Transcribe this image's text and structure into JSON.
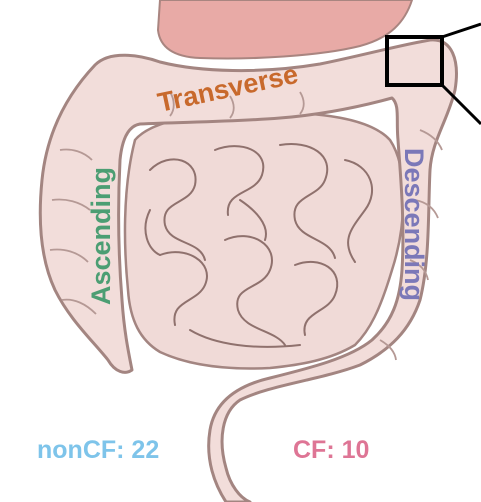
{
  "labels": {
    "transverse": "Transverse",
    "ascending": "Ascending",
    "descending": "Descending"
  },
  "counts": {
    "noncf": "nonCF: 22",
    "cf": "CF: 10"
  },
  "colors": {
    "transverse": "#c8692c",
    "ascending": "#4c9e73",
    "descending": "#7b78b8",
    "noncf": "#7ec4ea",
    "cf": "#de7595",
    "stomach": "#e8aaa6",
    "intestine_fill": "#f1dcd9",
    "intestine_stroke": "#a38581"
  }
}
